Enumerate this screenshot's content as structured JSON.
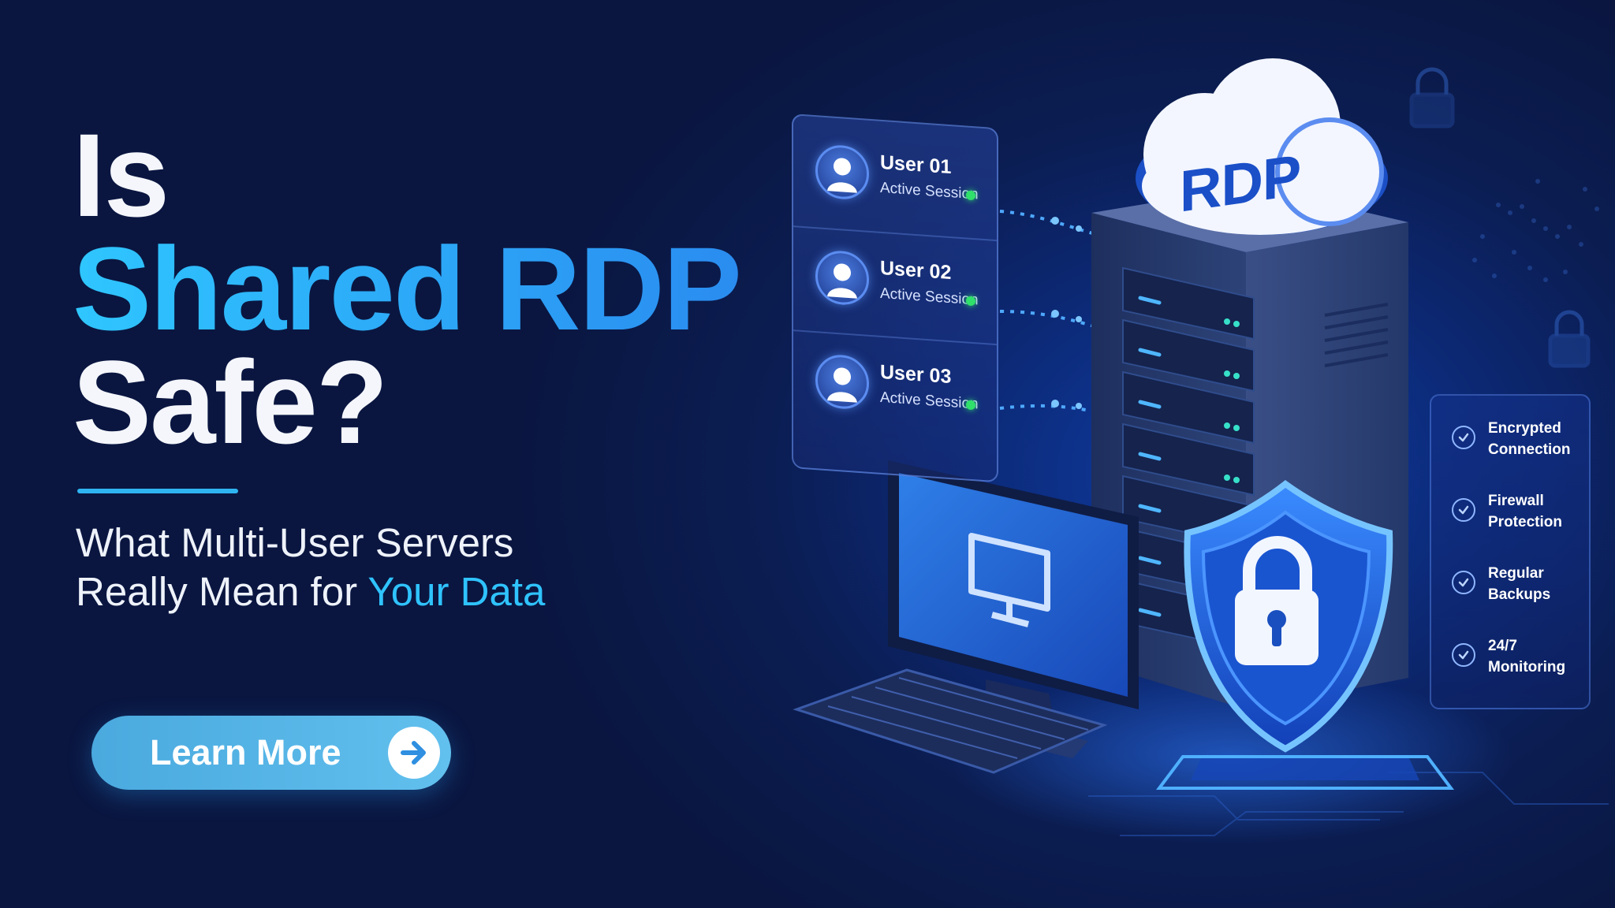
{
  "headline": {
    "line1": "Is",
    "line2": "Shared RDP",
    "line3": "Safe?"
  },
  "subtitle": {
    "line1": "What Multi-User Servers",
    "line2_prefix": "Really Mean for ",
    "line2_accent": "Your Data"
  },
  "cta": {
    "label": "Learn More",
    "icon": "arrow-right-icon"
  },
  "sessions": [
    {
      "name": "User 01",
      "status": "Active Session"
    },
    {
      "name": "User 02",
      "status": "Active Session"
    },
    {
      "name": "User 03",
      "status": "Active Session"
    }
  ],
  "server": {
    "cloud_label": "RDP"
  },
  "features": [
    {
      "line1": "Encrypted",
      "line2": "Connection"
    },
    {
      "line1": "Firewall",
      "line2": "Protection"
    },
    {
      "line1": "Regular",
      "line2": "Backups"
    },
    {
      "line1": "24/7",
      "line2": "Monitoring"
    }
  ],
  "colors": {
    "accent": "#2fc3ff",
    "button": "#55b4e8",
    "background": "#0b1d52",
    "status_active": "#2fe06a"
  }
}
